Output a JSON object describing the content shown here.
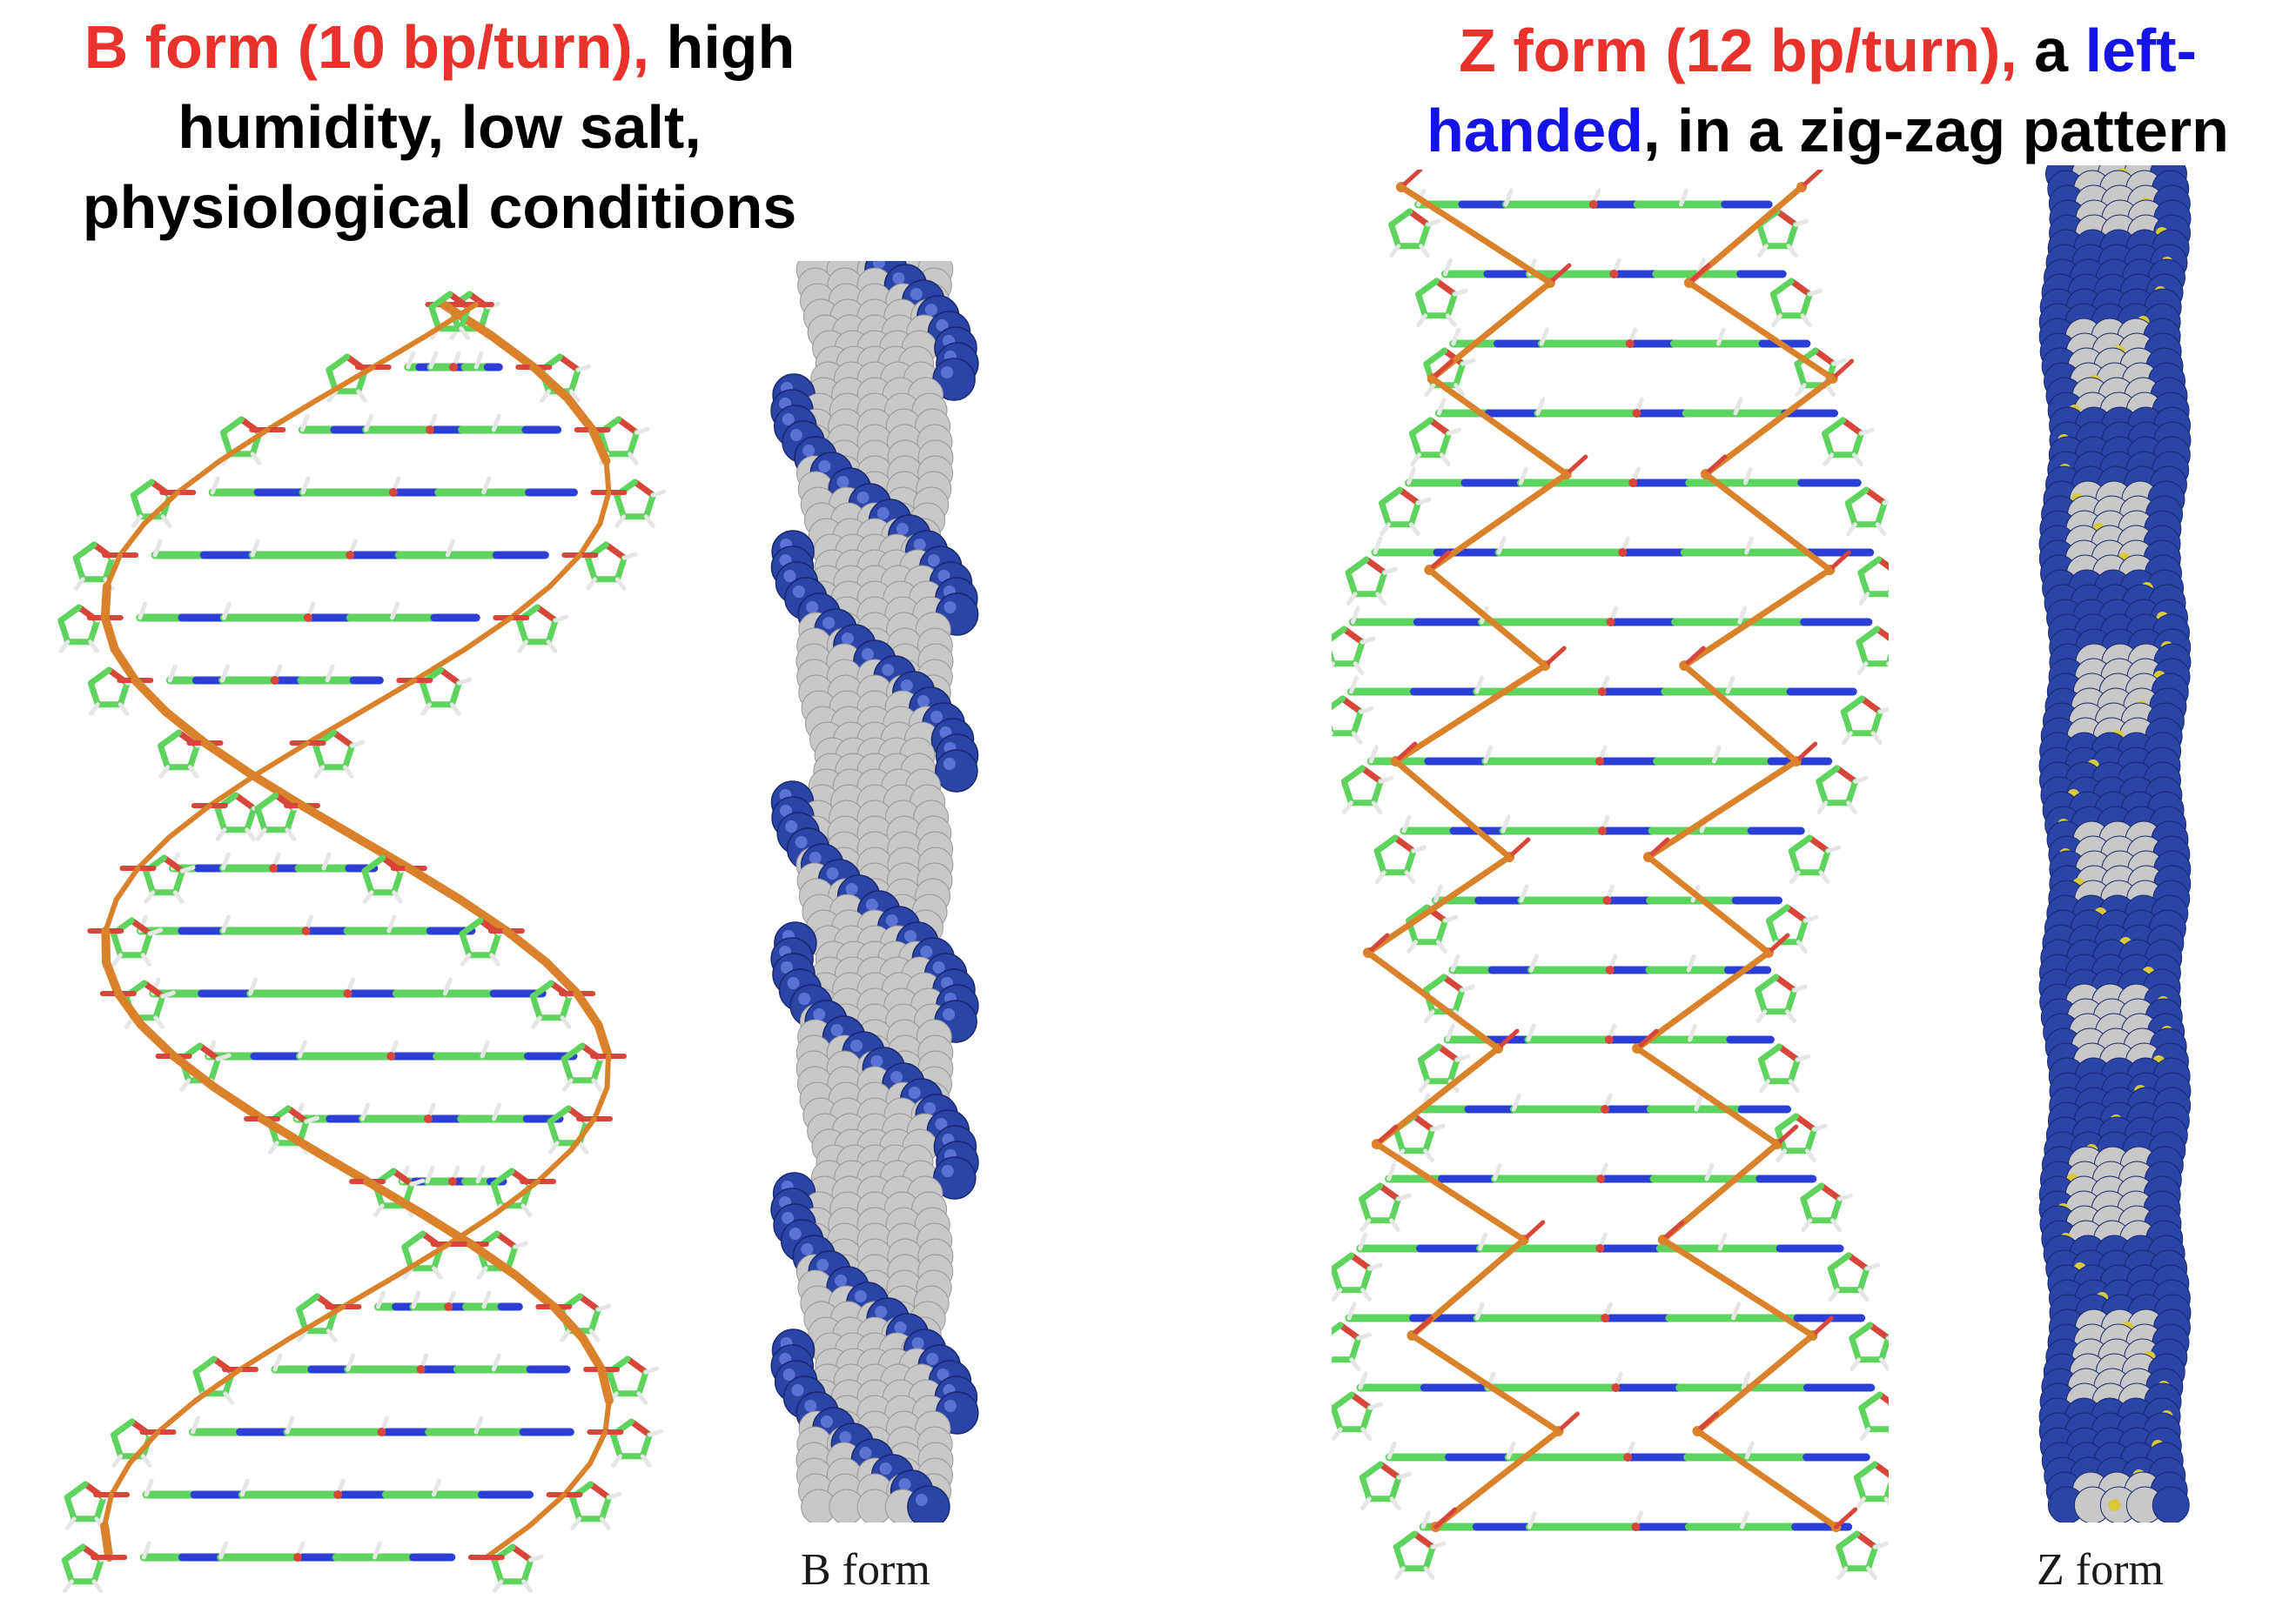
{
  "b_caption": {
    "emph": "B form (10 bp/turn),",
    "rest_line1": " high",
    "line2": "humidity, low salt,",
    "line3": "physiological conditions"
  },
  "z_caption": {
    "emph": "Z form (12 bp/turn),",
    "mid": " a ",
    "blue1": "left-",
    "blue2": "handed",
    "rest": ", in a zig-zag pattern"
  },
  "labels": {
    "b_form": "B form",
    "z_form": "Z form"
  },
  "colors": {
    "emphasis_red": "#e8322b",
    "handed_blue": "#1414e6",
    "carbon_green": "#5ed45e",
    "nitrogen_blue": "#2b3fd6",
    "oxygen_red": "#d8453a",
    "phosphate_orange": "#d9822b",
    "hydrogen_white": "#e6e6e6",
    "sphere_blue": "#2a44a8",
    "sphere_grey": "#c8c8c8"
  }
}
